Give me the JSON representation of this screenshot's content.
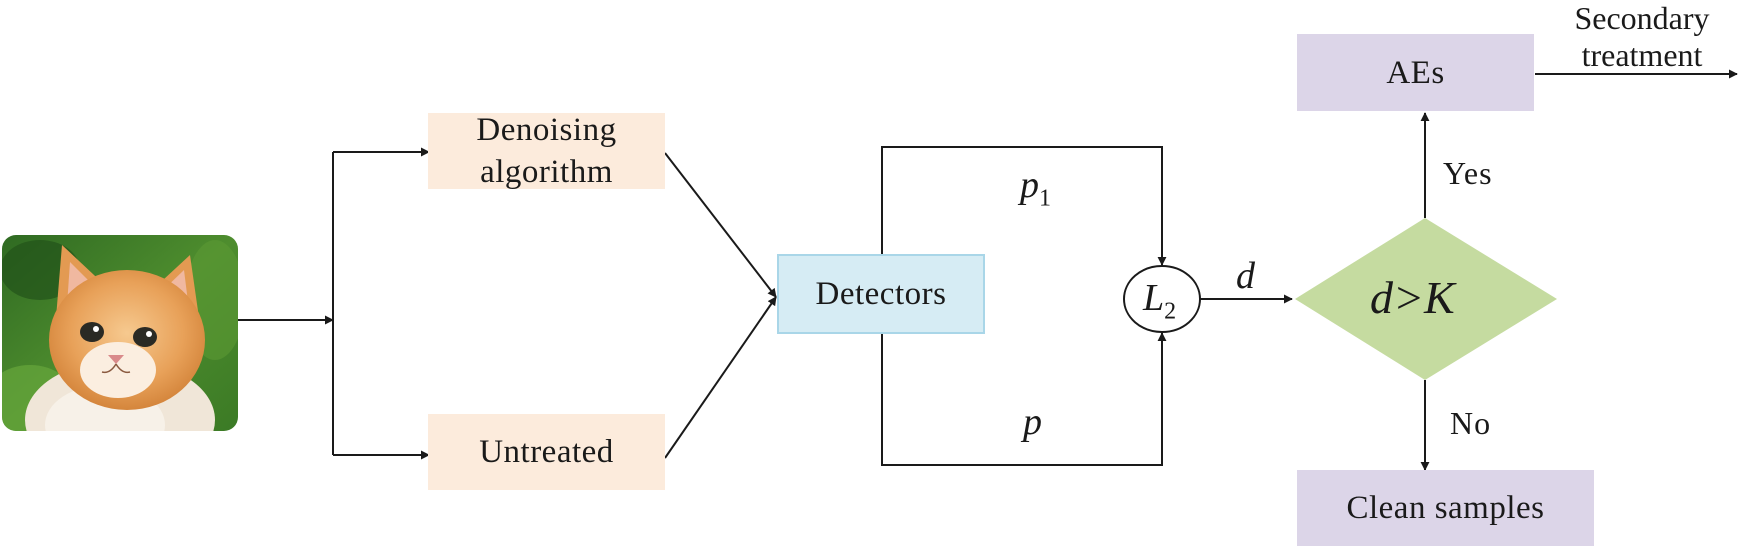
{
  "nodes": {
    "input_image": "cat photo",
    "denoising": [
      "Denoising",
      "algorithm"
    ],
    "untreated": "Untreated",
    "detectors": "Detectors",
    "l2_base": "L",
    "l2_sub": "2",
    "decision": "d>K",
    "aes": "AEs",
    "clean": "Clean samples"
  },
  "edge_labels": {
    "p1_base": "p",
    "p1_sub": "1",
    "p": "p",
    "d": "d",
    "yes": "Yes",
    "no": "No",
    "secondary": [
      "Secondary",
      "treatment"
    ]
  },
  "colors": {
    "peach": "#fcebdc",
    "purple": "#dcd5e8",
    "detector_fill": "#d6ecf4",
    "detector_border": "#a9d6e8",
    "diamond": "#c5dba0",
    "line": "#1a1a1a"
  }
}
